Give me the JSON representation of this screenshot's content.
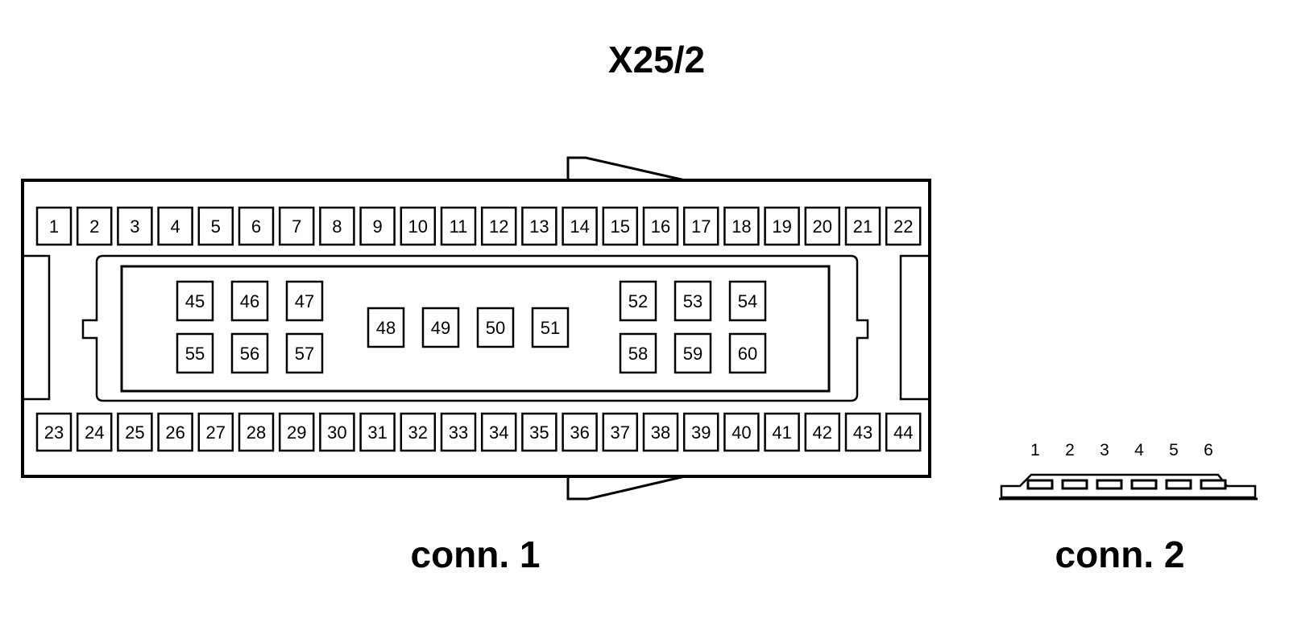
{
  "title": "X25/2",
  "connector_1": {
    "label": "conn. 1",
    "top_row_pins": [
      "1",
      "2",
      "3",
      "4",
      "5",
      "6",
      "7",
      "8",
      "9",
      "10",
      "11",
      "12",
      "13",
      "14",
      "15",
      "16",
      "17",
      "18",
      "19",
      "20",
      "21",
      "22"
    ],
    "bottom_row_pins": [
      "23",
      "24",
      "25",
      "26",
      "27",
      "28",
      "29",
      "30",
      "31",
      "32",
      "33",
      "34",
      "35",
      "36",
      "37",
      "38",
      "39",
      "40",
      "41",
      "42",
      "43",
      "44"
    ],
    "inner_left_upper_pins": [
      "45",
      "46",
      "47"
    ],
    "inner_left_lower_pins": [
      "55",
      "56",
      "57"
    ],
    "inner_middle_pins": [
      "48",
      "49",
      "50",
      "51"
    ],
    "inner_right_upper_pins": [
      "52",
      "53",
      "54"
    ],
    "inner_right_lower_pins": [
      "58",
      "59",
      "60"
    ]
  },
  "connector_2": {
    "label": "conn. 2",
    "pins": [
      "1",
      "2",
      "3",
      "4",
      "5",
      "6"
    ]
  }
}
